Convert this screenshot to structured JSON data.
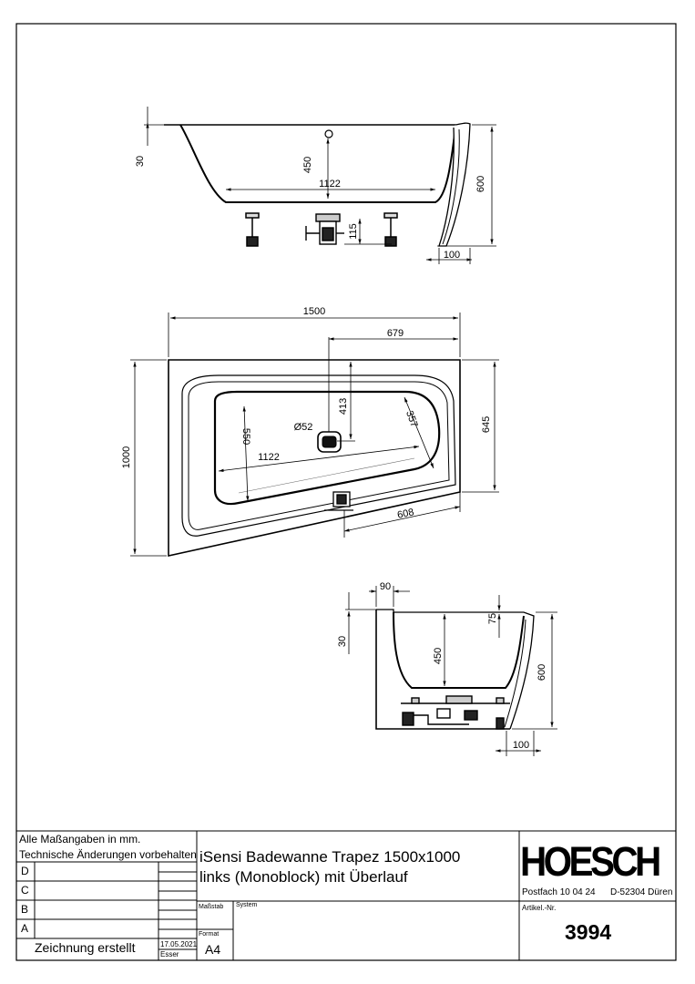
{
  "views": {
    "side": {
      "dims": {
        "rim": "30",
        "depth": "450",
        "inner_length": "1122",
        "height": "600",
        "foot": "115",
        "skirt": "100"
      }
    },
    "top": {
      "dims": {
        "length": "1500",
        "drain_x": "679",
        "drain_y": "413",
        "width": "1000",
        "side": "645",
        "inner_width": "550",
        "inner_length": "1122",
        "end_width": "357",
        "drain_dia": "Ø52",
        "overflow": "608"
      }
    },
    "end": {
      "dims": {
        "rim": "30",
        "lip": "90",
        "offset": "75",
        "depth": "450",
        "height": "600",
        "skirt": "100"
      }
    }
  },
  "title_block": {
    "note_line1": "Alle Maßangaben in mm.",
    "note_line2": "Technische Änderungen vorbehalten",
    "revisions": [
      "D",
      "C",
      "B",
      "A"
    ],
    "created_label": "Zeichnung erstellt",
    "date": "17.05.2021",
    "author": "Esser",
    "title_line1": "iSensi Badewanne Trapez 1500x1000",
    "title_line2": "links (Monoblock) mit Überlauf",
    "scale_label": "Maßstab",
    "system_label": "System",
    "format_label": "Format",
    "format_value": "A4",
    "brand": "HOESCH",
    "address_postfach": "Postfach 10 04 24",
    "address_city": "D-52304 Düren",
    "article_label": "Artikel.-Nr.",
    "article_no": "3994"
  }
}
